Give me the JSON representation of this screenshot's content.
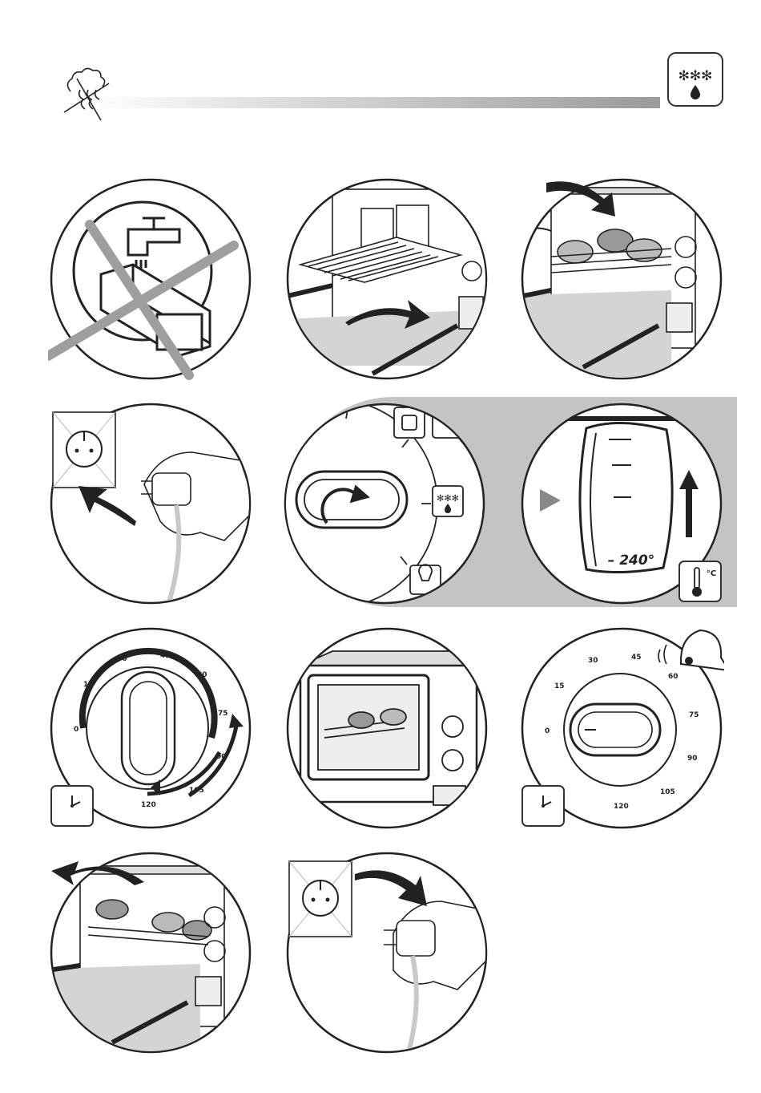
{
  "header": {
    "steam_icon": "steam-no-icon",
    "mode_icon": "defrost-icon",
    "mode_glyph": "✻✻✻"
  },
  "steps": [
    {
      "id": 1,
      "icon": "no-water-icon"
    },
    {
      "id": 2,
      "icon": "rack-slide-icon"
    },
    {
      "id": 3,
      "icon": "food-in-oven-icon"
    },
    {
      "id": 4,
      "icon": "plug-in-icon"
    },
    {
      "id": 5,
      "icon": "mode-dial-icon"
    },
    {
      "id": 6,
      "icon": "thermostat-icon"
    },
    {
      "id": 7,
      "icon": "timer-set-icon"
    },
    {
      "id": 8,
      "icon": "oven-closed-icon"
    },
    {
      "id": 9,
      "icon": "timer-bell-icon"
    },
    {
      "id": 10,
      "icon": "food-out-icon"
    },
    {
      "id": 11,
      "icon": "unplug-icon"
    }
  ],
  "mode_dial": {
    "defrost_glyph": "✻✻✻"
  },
  "thermostat": {
    "max_label": "– 240°",
    "unit": "°C"
  },
  "timer": {
    "labels": [
      "0",
      "15",
      "30",
      "45",
      "60",
      "75",
      "90",
      "105",
      "120"
    ]
  },
  "colors": {
    "line": "#1a1a1a",
    "gray": "#b5b5b5",
    "band": "#c4c4c4"
  }
}
